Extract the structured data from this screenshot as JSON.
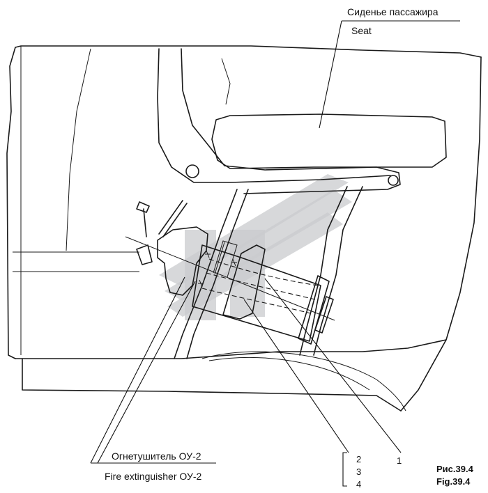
{
  "labels": {
    "seat_ru": "Сиденье пассажира",
    "seat_en": "Seat",
    "extinguisher_ru": "Огнетушитель ОУ-2",
    "extinguisher_en": "Fire extinguisher ОУ-2",
    "callout_1": "1",
    "callout_2": "2",
    "callout_3": "3",
    "callout_4": "4",
    "figure_ru": "Рис.39.4",
    "figure_en": "Fig.39.4"
  },
  "colors": {
    "line": "#1a1a1a",
    "watermark": "#c9cbcd",
    "background": "#ffffff"
  }
}
